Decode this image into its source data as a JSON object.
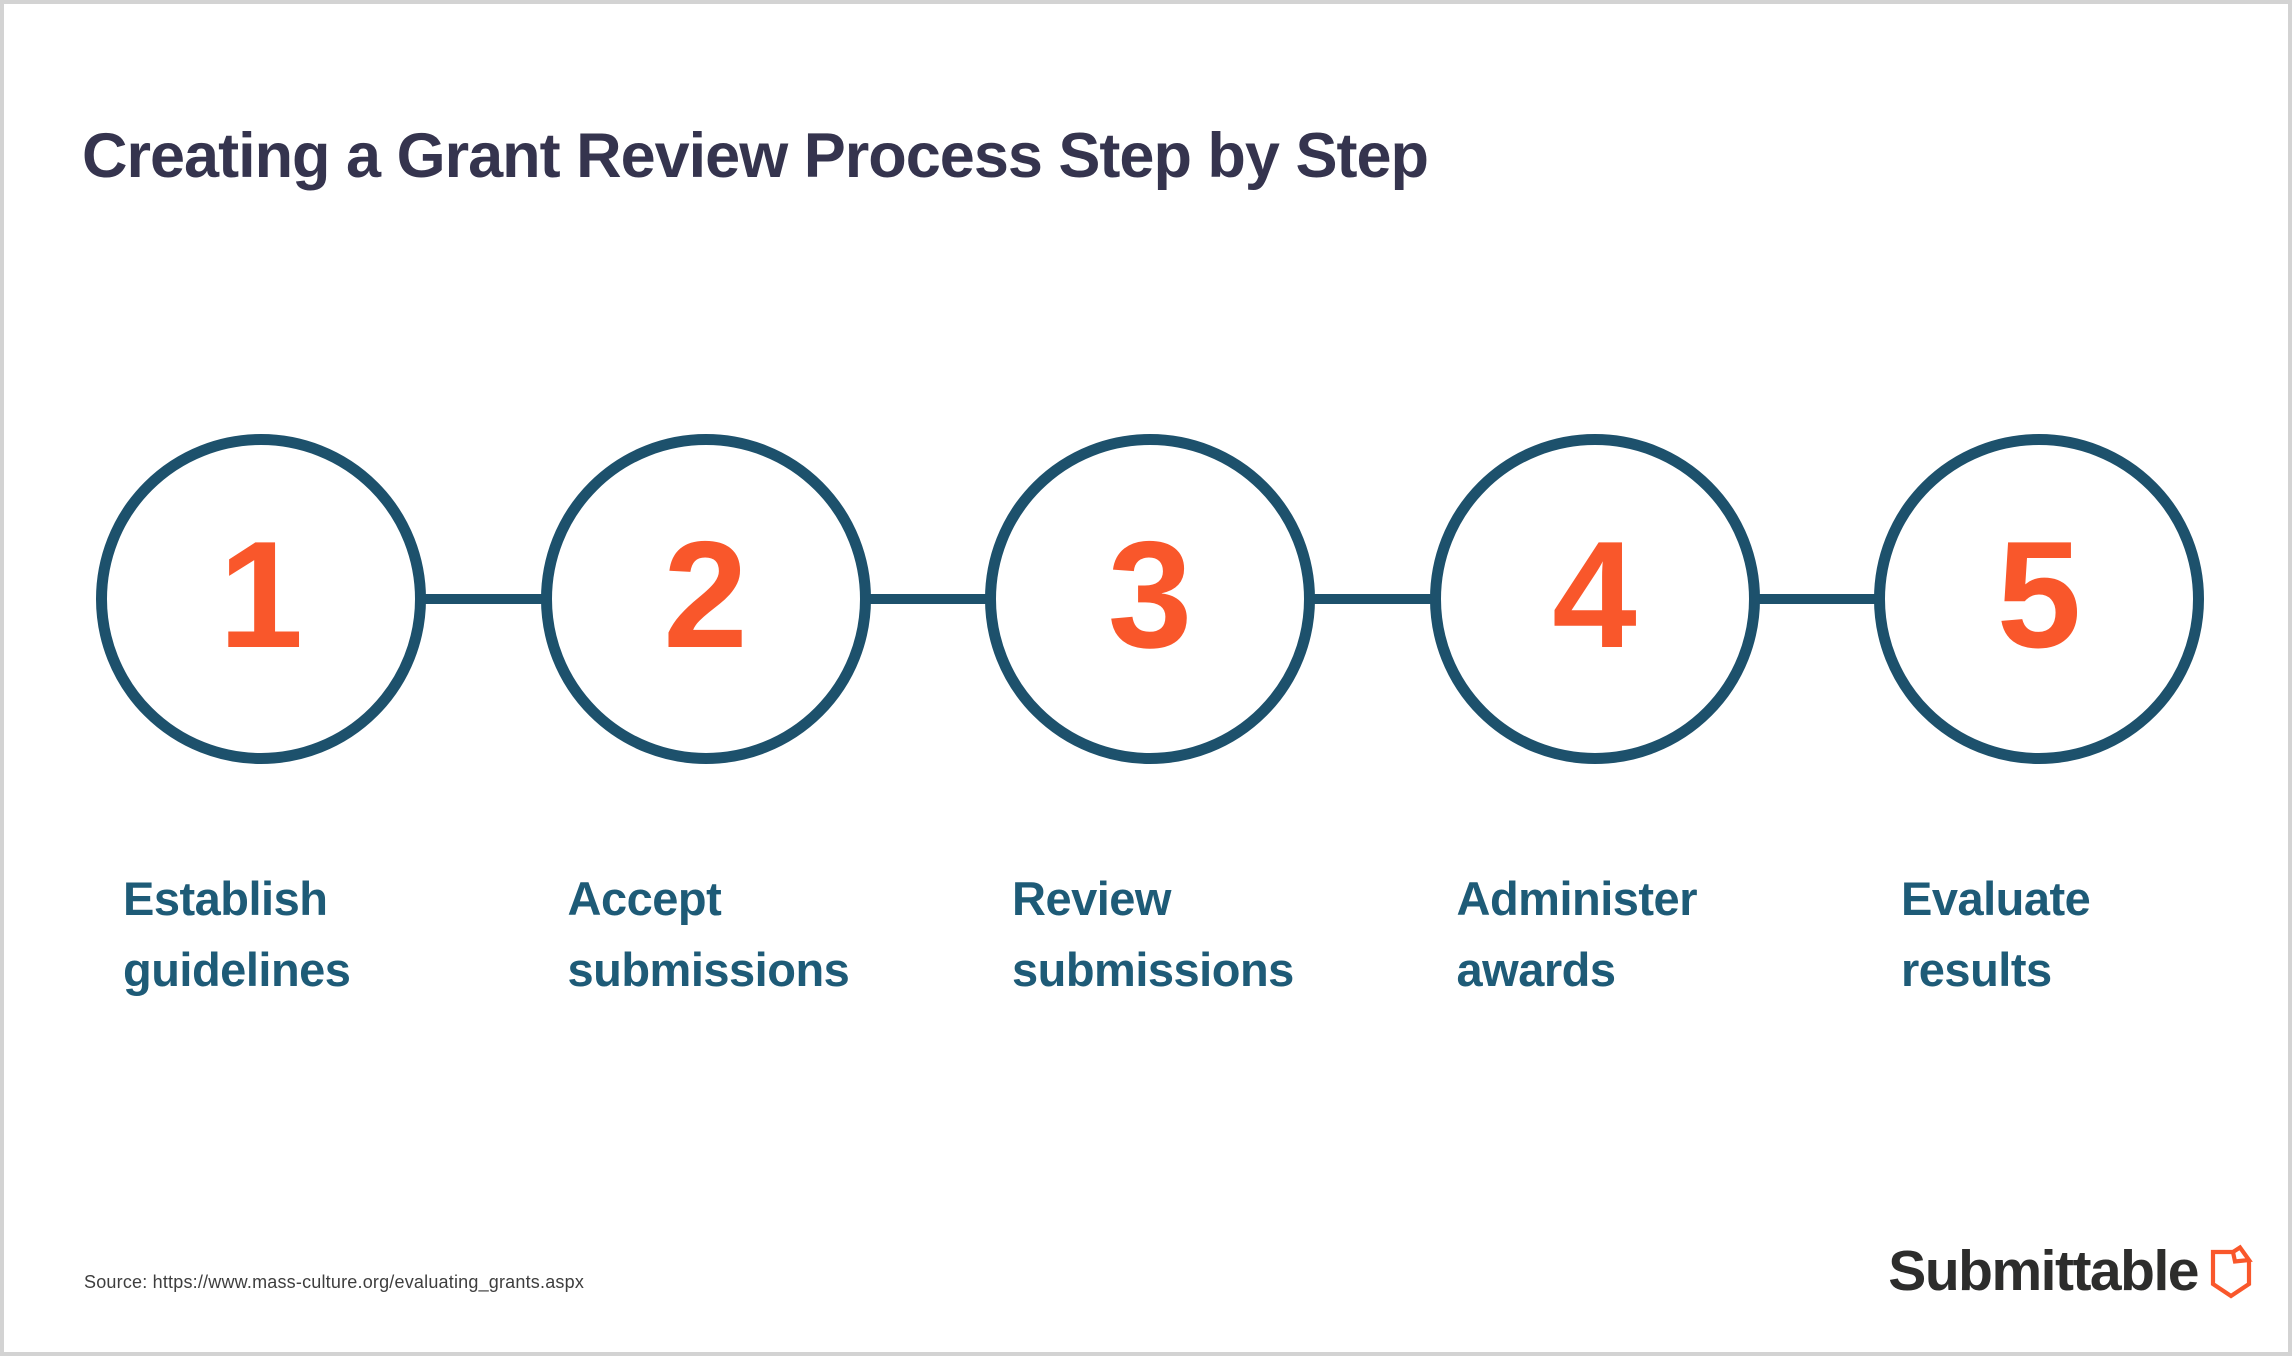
{
  "page": {
    "title": "Creating a Grant Review Process Step by Step",
    "source": "Source: https://www.mass-culture.org/evaluating_grants.aspx"
  },
  "steps": [
    {
      "number": "1",
      "label_line1": "Establish",
      "label_line2": "guidelines"
    },
    {
      "number": "2",
      "label_line1": "Accept",
      "label_line2": "submissions"
    },
    {
      "number": "3",
      "label_line1": "Review",
      "label_line2": "submissions"
    },
    {
      "number": "4",
      "label_line1": "Administer",
      "label_line2": "awards"
    },
    {
      "number": "5",
      "label_line1": "Evaluate",
      "label_line2": "results"
    }
  ],
  "logo": {
    "wordmark": "Submittable",
    "icon": "document-shield-icon"
  },
  "colors": {
    "accent_orange": "#F9572B",
    "circle_teal": "#1D516C",
    "label_teal": "#1E5B77",
    "title_navy": "#35344E",
    "logo_charcoal": "#2D2D2C",
    "frame_gray": "#D3D3D3"
  }
}
